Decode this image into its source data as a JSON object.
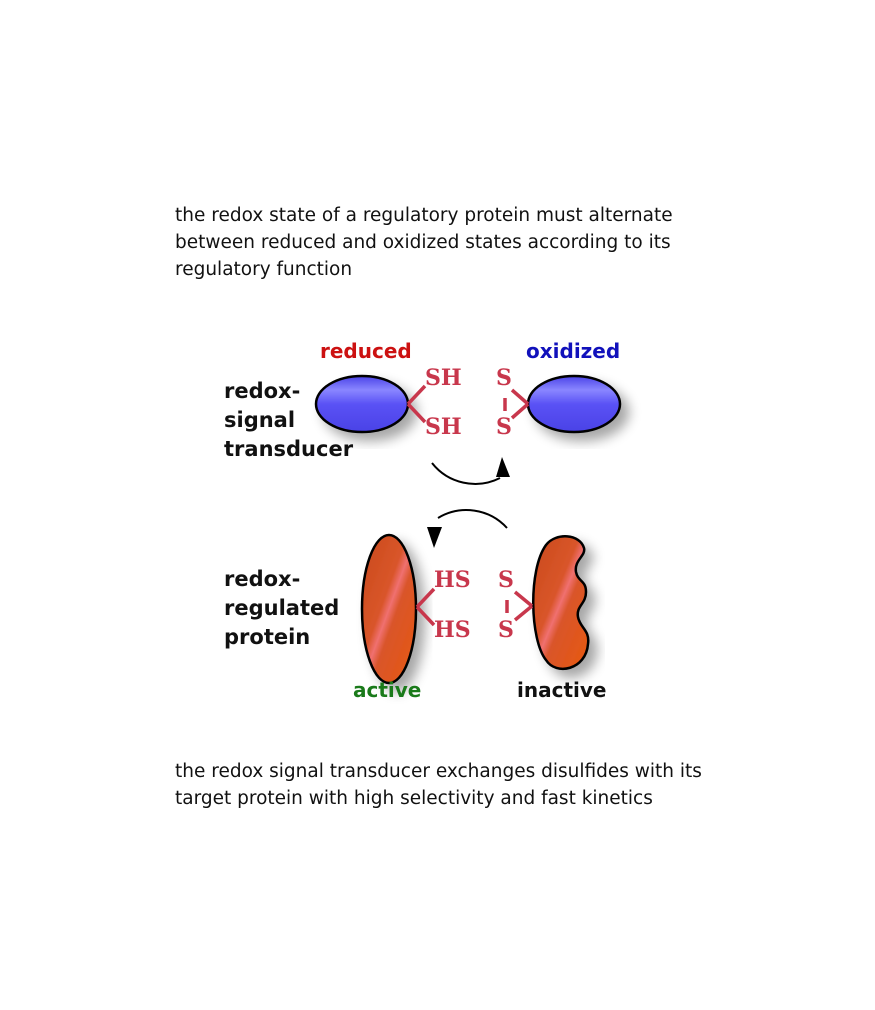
{
  "intro_text": "the redox state of a regulatory protein must alternate between reduced and oxidized states according to its regulatory function",
  "closing_text": "the redox signal transducer exchanges disulfides with its target protein with high selectivity and fast kinetics",
  "rows": {
    "transducer": {
      "label_lines": [
        "redox-",
        "signal",
        "transducer"
      ],
      "left_state": {
        "label": "reduced",
        "color": "#cc1111",
        "groups": [
          "SH",
          "SH"
        ]
      },
      "right_state": {
        "label": "oxidized",
        "color": "#1111bb",
        "groups": [
          "S",
          "S"
        ]
      },
      "shape_color": "#5a52f5"
    },
    "regulated": {
      "label_lines": [
        "redox-",
        "regulated",
        "protein"
      ],
      "left_state": {
        "label": "active",
        "color": "#1a7a1a",
        "groups": [
          "HS",
          "HS"
        ]
      },
      "right_state": {
        "label": "inactive",
        "color": "#111111",
        "groups": [
          "S",
          "S"
        ]
      },
      "shape_color": "#e0541a"
    }
  },
  "colors": {
    "bond": "#c8374c"
  }
}
